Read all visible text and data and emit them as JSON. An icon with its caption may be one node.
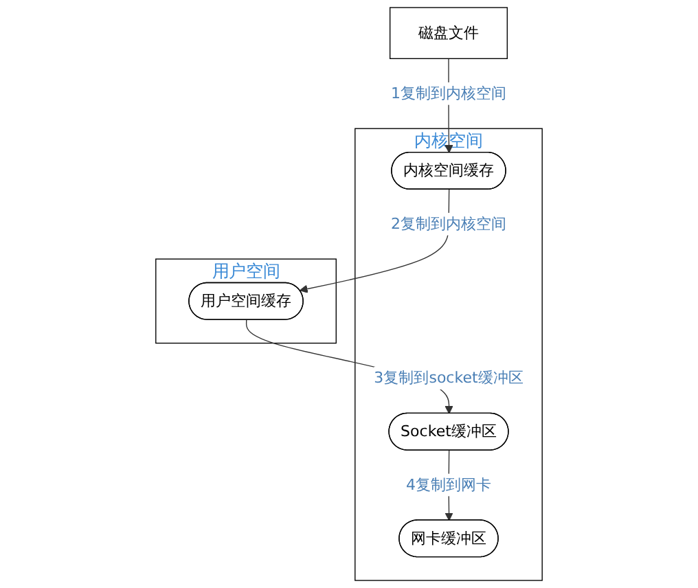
{
  "diagram": {
    "nodes": [
      {
        "text": [
          "内核空间"
        ]
      },
      {
        "text": [
          "网卡缓冲区"
        ],
        "in": 0
      },
      {
        "text": [
          "Socket缓冲区"
        ],
        "in": 0
      },
      {
        "text": [
          "内核空间缓存"
        ],
        "in": 0
      },
      {
        "text": [
          "用户空间"
        ]
      },
      {
        "text": [
          "用户空间缓存"
        ],
        "in": 4
      },
      {
        "text": [
          "磁盘文件"
        ]
      }
    ],
    "edges": [
      {
        "from": 6,
        "to": 3,
        "arrow": "to",
        "label": "1复制到内核空间"
      },
      {
        "from": 3,
        "to": 5,
        "arrow": "to",
        "label": "2复制到内核空间"
      },
      {
        "from": 5,
        "to": 2,
        "arrow": "to",
        "label": "3复制到socket缓冲区"
      },
      {
        "from": 2,
        "to": 1,
        "arrow": "to",
        "label": "4复制到网卡"
      }
    ]
  }
}
